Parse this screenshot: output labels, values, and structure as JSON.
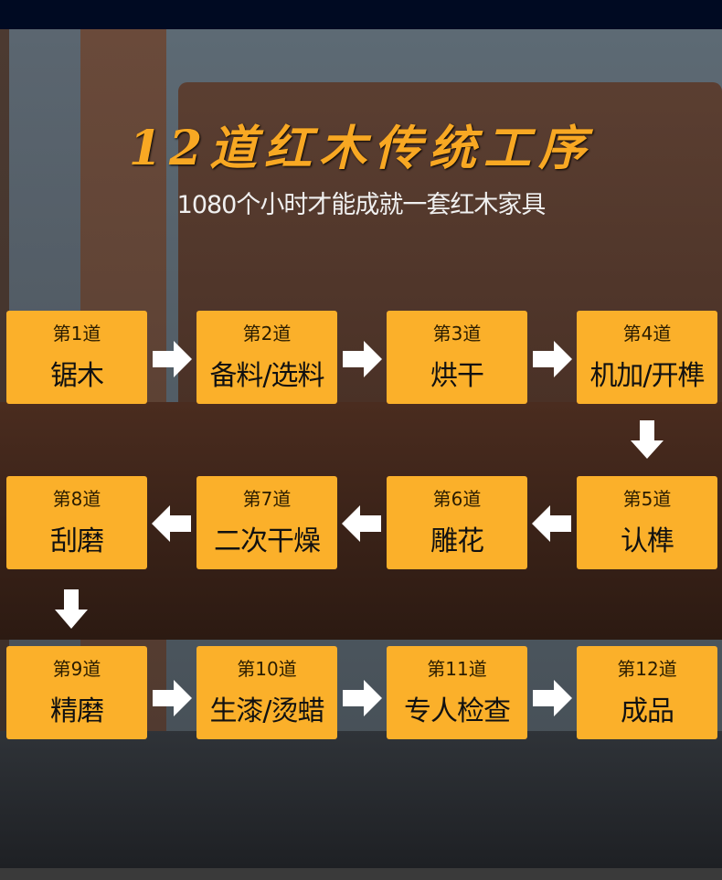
{
  "title": "12道红木传统工序",
  "subtitle": "1080个小时才能成就一套红木家具",
  "steps": [
    {
      "num": "第1道",
      "label": "锯木"
    },
    {
      "num": "第2道",
      "label": "备料/选料"
    },
    {
      "num": "第3道",
      "label": "烘干"
    },
    {
      "num": "第4道",
      "label": "机加/开榫"
    },
    {
      "num": "第5道",
      "label": "认榫"
    },
    {
      "num": "第6道",
      "label": "雕花"
    },
    {
      "num": "第7道",
      "label": "二次干燥"
    },
    {
      "num": "第8道",
      "label": "刮磨"
    },
    {
      "num": "第9道",
      "label": "精磨"
    },
    {
      "num": "第10道",
      "label": "生漆/烫蜡"
    },
    {
      "num": "第11道",
      "label": "专人检查"
    },
    {
      "num": "第12道",
      "label": "成品"
    }
  ],
  "colors": {
    "accent": "#fbb02a",
    "title": "#f8a823"
  }
}
